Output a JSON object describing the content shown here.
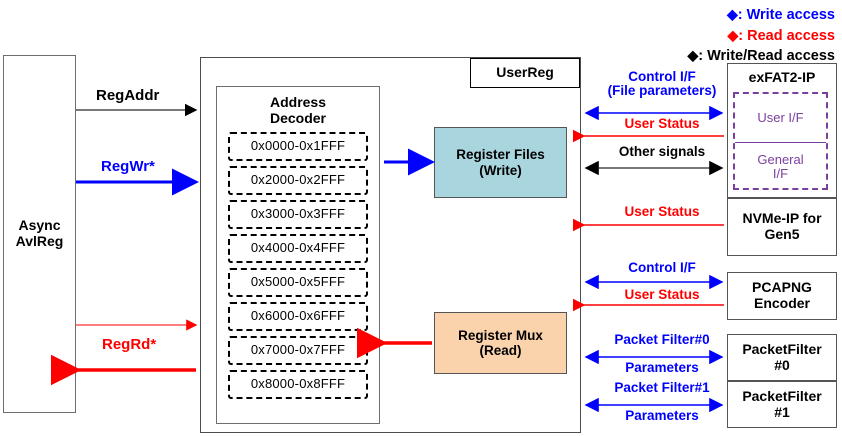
{
  "legend": {
    "items": [
      {
        "symbol": "♦",
        "text": ": Write access",
        "color": "#0000ff"
      },
      {
        "symbol": "♦",
        "text": ": Read access",
        "color": "#ff0000"
      },
      {
        "symbol": "♦",
        "text": ": Write/Read access",
        "color": "#000000"
      }
    ]
  },
  "blocks": {
    "async_avlreg": {
      "line1": "Async",
      "line2": "AvlReg"
    },
    "userreg_tag": "UserReg",
    "address_decoder": {
      "title_line1": "Address",
      "title_line2": "Decoder",
      "ranges": [
        "0x0000-0x1FFF",
        "0x2000-0x2FFF",
        "0x3000-0x3FFF",
        "0x4000-0x4FFF",
        "0x5000-0x5FFF",
        "0x6000-0x6FFF",
        "0x7000-0x7FFF",
        "0x8000-0x8FFF"
      ]
    },
    "register_files": {
      "line1": "Register Files",
      "line2": "(Write)",
      "color": "#a8d5de"
    },
    "register_mux": {
      "line1": "Register Mux",
      "line2": "(Read)",
      "color": "#fad3ad"
    },
    "exfat2_ip": {
      "title": "exFAT2-IP",
      "sub_user_if": "User I/F",
      "sub_general_if_line1": "General",
      "sub_general_if_line2": "I/F",
      "accent": "#7b3fa0"
    },
    "nvme_ip": {
      "line1": "NVMe-IP for",
      "line2": "Gen5"
    },
    "pcapng": {
      "line1": "PCAPNG",
      "line2": "Encoder"
    },
    "packetfilter0": {
      "line1": "PacketFilter",
      "line2": "#0"
    },
    "packetfilter1": {
      "line1": "PacketFilter",
      "line2": "#1"
    }
  },
  "signals": {
    "reg_addr": "RegAddr",
    "reg_wr": "RegWr*",
    "reg_rd": "RegRd*",
    "control_if_file_line1": "Control I/F",
    "control_if_file_line2": "(File parameters)",
    "user_status_exfat": "User Status",
    "other_signals": "Other signals",
    "user_status_nvme": "User Status",
    "control_if_pcapng": "Control I/F",
    "user_status_pcapng": "User Status",
    "pf0_line1": "Packet Filter#0",
    "pf0_line2": "Parameters",
    "pf1_line1": "Packet Filter#1",
    "pf1_line2": "Parameters"
  },
  "colors": {
    "write_blue": "#0000ff",
    "read_red": "#ff0000",
    "both_black": "#000000",
    "purple": "#7b3fa0"
  }
}
